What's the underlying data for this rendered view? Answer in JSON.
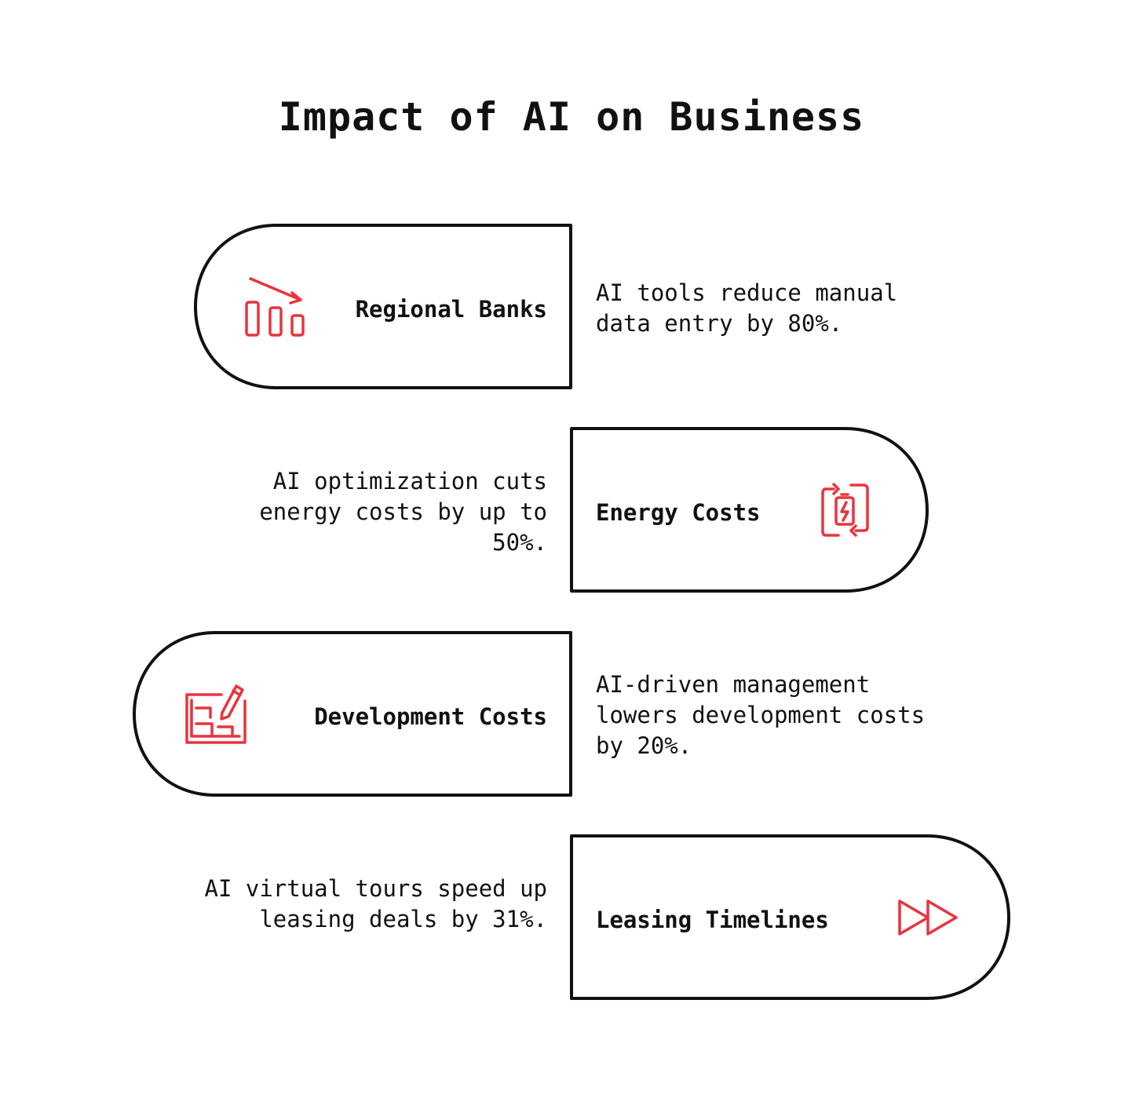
{
  "title": "Impact of AI on Business",
  "accent_color": "#e8343f",
  "outline_color": "#111111",
  "items": [
    {
      "label": "Regional Banks",
      "description": "AI tools reduce manual data entry by 80%.",
      "icon": "declining-bar-chart-icon"
    },
    {
      "label": "Energy Costs",
      "description": "AI optimization cuts energy costs by up to 50%.",
      "icon": "battery-refresh-icon"
    },
    {
      "label": "Development Costs",
      "description": "AI-driven management lowers development costs by 20%.",
      "icon": "blueprint-pencil-icon"
    },
    {
      "label": "Leasing Timelines",
      "description": "AI virtual tours speed up leasing deals by 31%.",
      "icon": "fast-forward-icon"
    }
  ]
}
